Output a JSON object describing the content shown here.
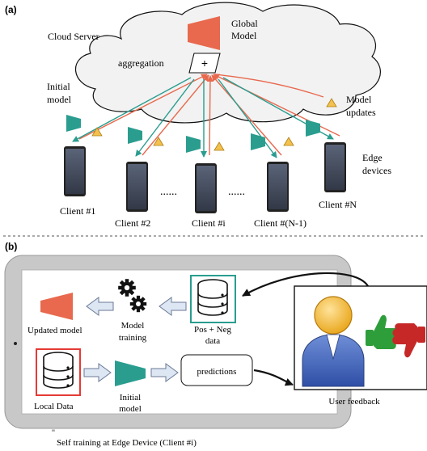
{
  "panel_a": {
    "tag": "(a)",
    "cloud_label": "Cloud Server",
    "global_model_line1": "Global",
    "global_model_line2": "Model",
    "aggregation_label": "aggregation",
    "aggregation_symbol": "+",
    "initial_model_line1": "Initial",
    "initial_model_line2": "model",
    "model_updates_line1": "Model",
    "model_updates_line2": "updates",
    "edge_devices_line1": "Edge",
    "edge_devices_line2": "devices",
    "clients": [
      "Client #1",
      "Client #2",
      "Client #i",
      "Client #(N-1)",
      "Client #N"
    ],
    "ellipsis": "......"
  },
  "panel_b": {
    "tag": "(b)",
    "updated_model_label": "Updated model",
    "model_training_line1": "Model",
    "model_training_line2": "training",
    "pos_neg_line1": "Pos + Neg",
    "pos_neg_line2": "data",
    "local_data_label": "Local Data",
    "initial_model_line1": "Initial",
    "initial_model_line2": "model",
    "predictions_label": "predictions",
    "user_feedback_label": "User feedback",
    "caption": "Self training at Edge Device (Client #i)"
  },
  "colors": {
    "global_model": "#e8694e",
    "client_model": "#2a9d8f",
    "triangle": "#f2c14e",
    "arrow_red": "#e8694e",
    "arrow_teal": "#2a9d8f",
    "thumb_up": "#2e9e3a",
    "thumb_down": "#c62828",
    "local_data_border": "#e53935",
    "pos_neg_border": "#2a9d8f"
  }
}
